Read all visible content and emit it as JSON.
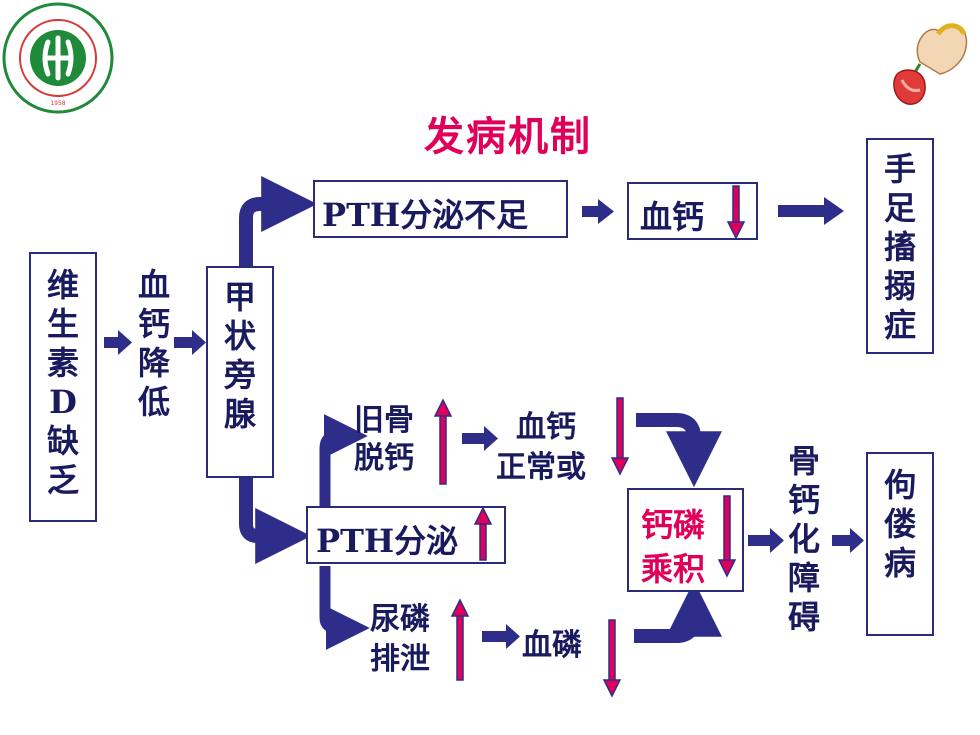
{
  "title": "发病机制",
  "colors": {
    "navy": "#2e2e8a",
    "text": "#1a1a5e",
    "accent": "#e0005a",
    "logo_green": "#1f8a3a"
  },
  "logo": {
    "name": "school-logo",
    "lettering": "山东中医药高等专科学校 Shandong College of Traditional Chinese Medicine 1958"
  },
  "decoration": "hand-holding-flower-icon",
  "nodes": {
    "vitd": "维生素D缺乏",
    "blood_ca_low": "血钙降低",
    "parathyroid": "甲状旁腺",
    "pth_insufficient": "PTH分泌不足",
    "blood_ca_top": "血钙",
    "tetany": "手足搐搦症",
    "old_bone": "旧骨脱钙",
    "blood_ca_normal_line1": "血钙",
    "blood_ca_normal_line2": "正常或",
    "pth_secretion": "PTH分泌",
    "urine_p": "尿磷排泄",
    "blood_p": "血磷",
    "ca_p_product_line1": "钙磷",
    "ca_p_product_line2": "乘积",
    "bone_ca_disorder": "骨钙化障碍",
    "rickets": "佝偻病"
  },
  "indicators": {
    "blood_ca_top": "down",
    "old_bone": "up",
    "blood_ca_normal": "down",
    "pth_secretion": "up",
    "urine_p": "up",
    "blood_p": "down",
    "ca_p_product": "down"
  }
}
